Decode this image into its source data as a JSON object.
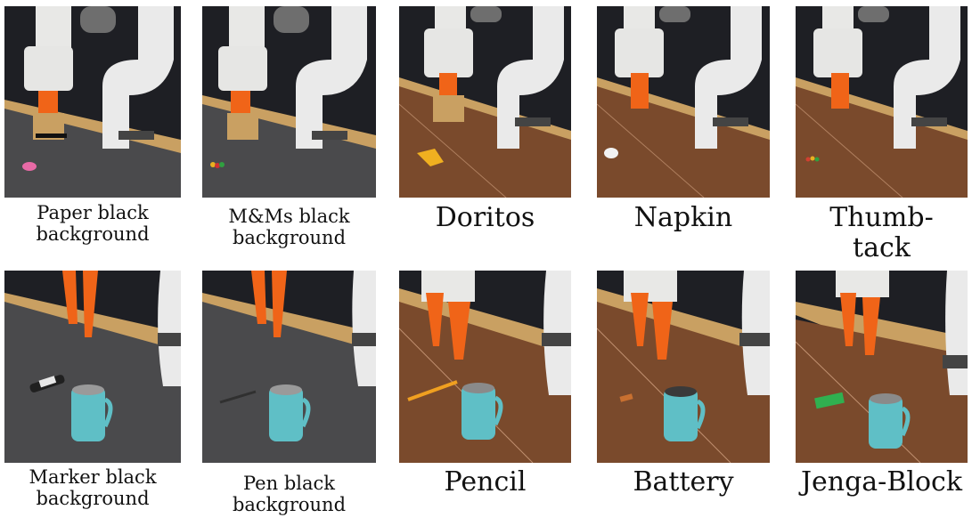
{
  "figure": {
    "rows": [
      {
        "tiles": [
          {
            "label_line1": "Paper black",
            "label_line2": "background",
            "surface": "black cloth",
            "object": "paper",
            "object_color": "#e86aa6"
          },
          {
            "label_line1": "M&Ms black",
            "label_line2": "background",
            "surface": "black cloth",
            "object": "M&Ms",
            "object_color": "#e8b020"
          },
          {
            "label_line1": "Doritos",
            "label_line2": "",
            "surface": "wood",
            "object": "Doritos",
            "object_color": "#f0b020"
          },
          {
            "label_line1": "Napkin",
            "label_line2": "",
            "surface": "wood",
            "object": "napkin",
            "object_color": "#f2f2f2"
          },
          {
            "label_line1": "Thumb-",
            "label_line2": "tack",
            "surface": "wood",
            "object": "thumbtack",
            "object_color": "#d04030"
          }
        ]
      },
      {
        "tiles": [
          {
            "label_line1": "Marker black",
            "label_line2": "background",
            "surface": "black cloth",
            "object": "marker",
            "object_color": "#202020"
          },
          {
            "label_line1": "Pen black",
            "label_line2": "background",
            "surface": "black cloth",
            "object": "pen",
            "object_color": "#303030"
          },
          {
            "label_line1": "Pencil",
            "label_line2": "",
            "surface": "wood",
            "object": "pencil",
            "object_color": "#f0a020"
          },
          {
            "label_line1": "Battery",
            "label_line2": "",
            "surface": "wood",
            "object": "battery",
            "object_color": "#c87030"
          },
          {
            "label_line1": "Jenga-Block",
            "label_line2": "",
            "surface": "wood",
            "object": "Jenga block",
            "object_color": "#30b050"
          }
        ]
      }
    ],
    "colors": {
      "cloth": "#4a4a4c",
      "wood": "#7a4a2c",
      "curtain": "#1e1f24",
      "cardboard": "#c9a062",
      "robot": "#e8e8e6",
      "gripper": "#f06418",
      "mug": "#5fbfc6"
    }
  }
}
